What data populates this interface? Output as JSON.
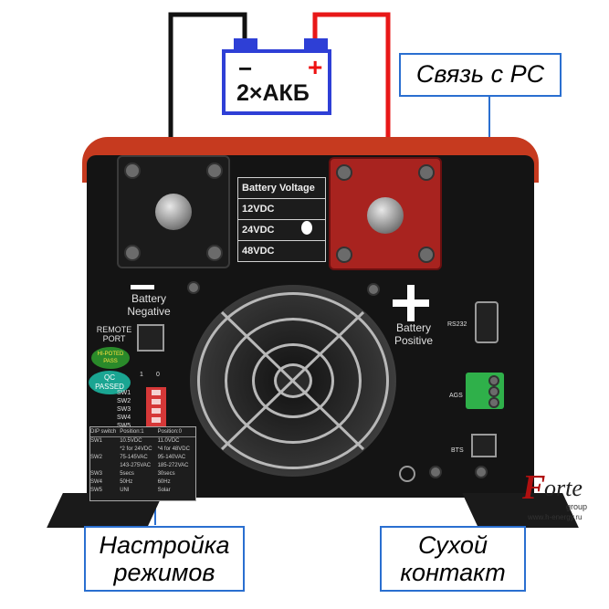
{
  "battery": {
    "label": "2×АКБ",
    "minus": "−",
    "plus": "+"
  },
  "callouts": {
    "pc": "Связь с PC",
    "modes_line1": "Настройка",
    "modes_line2": "режимов",
    "dry_line1": "Сухой",
    "dry_line2": "контакт"
  },
  "device": {
    "voltage_table": {
      "header": "Battery Voltage",
      "rows": [
        "12VDC",
        "24VDC",
        "48VDC"
      ]
    },
    "negative_label_1": "Battery",
    "negative_label_2": "Negative",
    "positive_label_1": "Battery",
    "positive_label_2": "Positive",
    "remote_1": "REMOTE",
    "remote_2": "PORT",
    "sticker_hipot": "HI-POTED PASS",
    "sticker_qc_1": "QC",
    "sticker_qc_2": "PASSED",
    "dip_labels": [
      "SW1",
      "SW2",
      "SW3",
      "SW4",
      "SW5"
    ],
    "dip_pos_1": "1",
    "dip_pos_0": "0",
    "rs232": "RS232",
    "ags": "AGS",
    "bts": "BTS",
    "switch_table": {
      "headers": [
        "DIP switch",
        "Position:1",
        "Position:0"
      ],
      "rows": [
        [
          "SW1",
          "10.5VDC",
          "11.0VDC"
        ],
        [
          "",
          "*2 for 24VDC",
          "*4 for 48VDC"
        ],
        [
          "SW2",
          "75-145VAC",
          "95-140VAC"
        ],
        [
          "",
          "143-275VAC",
          "185-272VAC"
        ],
        [
          "SW3",
          "5secs",
          "30secs"
        ],
        [
          "SW4",
          "50Hz",
          "60Hz"
        ],
        [
          "SW5",
          "UNI",
          "Solar"
        ]
      ]
    }
  },
  "logo": {
    "main": "orte",
    "initial": "F",
    "sub": "group",
    "site": "www.h-energy.ru"
  },
  "colors": {
    "wire_black": "#111111",
    "wire_red": "#e81818",
    "callout_border": "#2a6fd0",
    "battery_blue": "#2e3fd6"
  }
}
